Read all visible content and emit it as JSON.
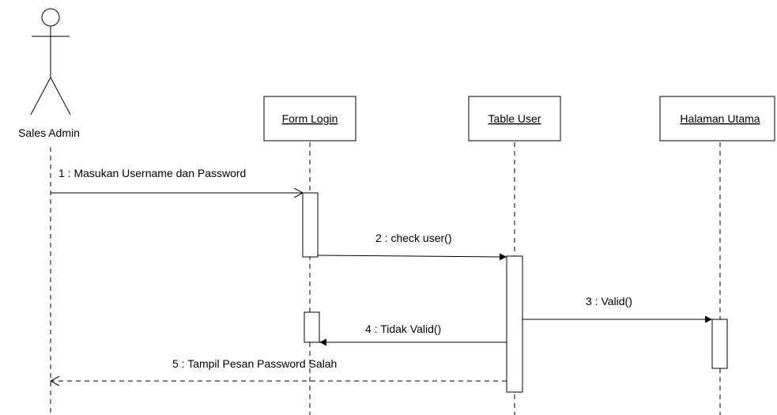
{
  "actor": {
    "name": "Sales Admin"
  },
  "lifelines": [
    {
      "id": "form",
      "name": "Form Login"
    },
    {
      "id": "table",
      "name": "Table User"
    },
    {
      "id": "home",
      "name": "Halaman Utama"
    }
  ],
  "messages": [
    {
      "from": "actor",
      "to": "form",
      "label": "1 : Masukan Username dan Password",
      "kind": "async"
    },
    {
      "from": "form",
      "to": "table",
      "label": "2 : check user()",
      "kind": "sync"
    },
    {
      "from": "table",
      "to": "home",
      "label": "3 : Valid()",
      "kind": "sync"
    },
    {
      "from": "table",
      "to": "form",
      "label": "4 : Tidak Valid()",
      "kind": "sync"
    },
    {
      "from": "table",
      "to": "actor",
      "label": "5 : Tampil Pesan Password Salah",
      "kind": "return"
    }
  ]
}
